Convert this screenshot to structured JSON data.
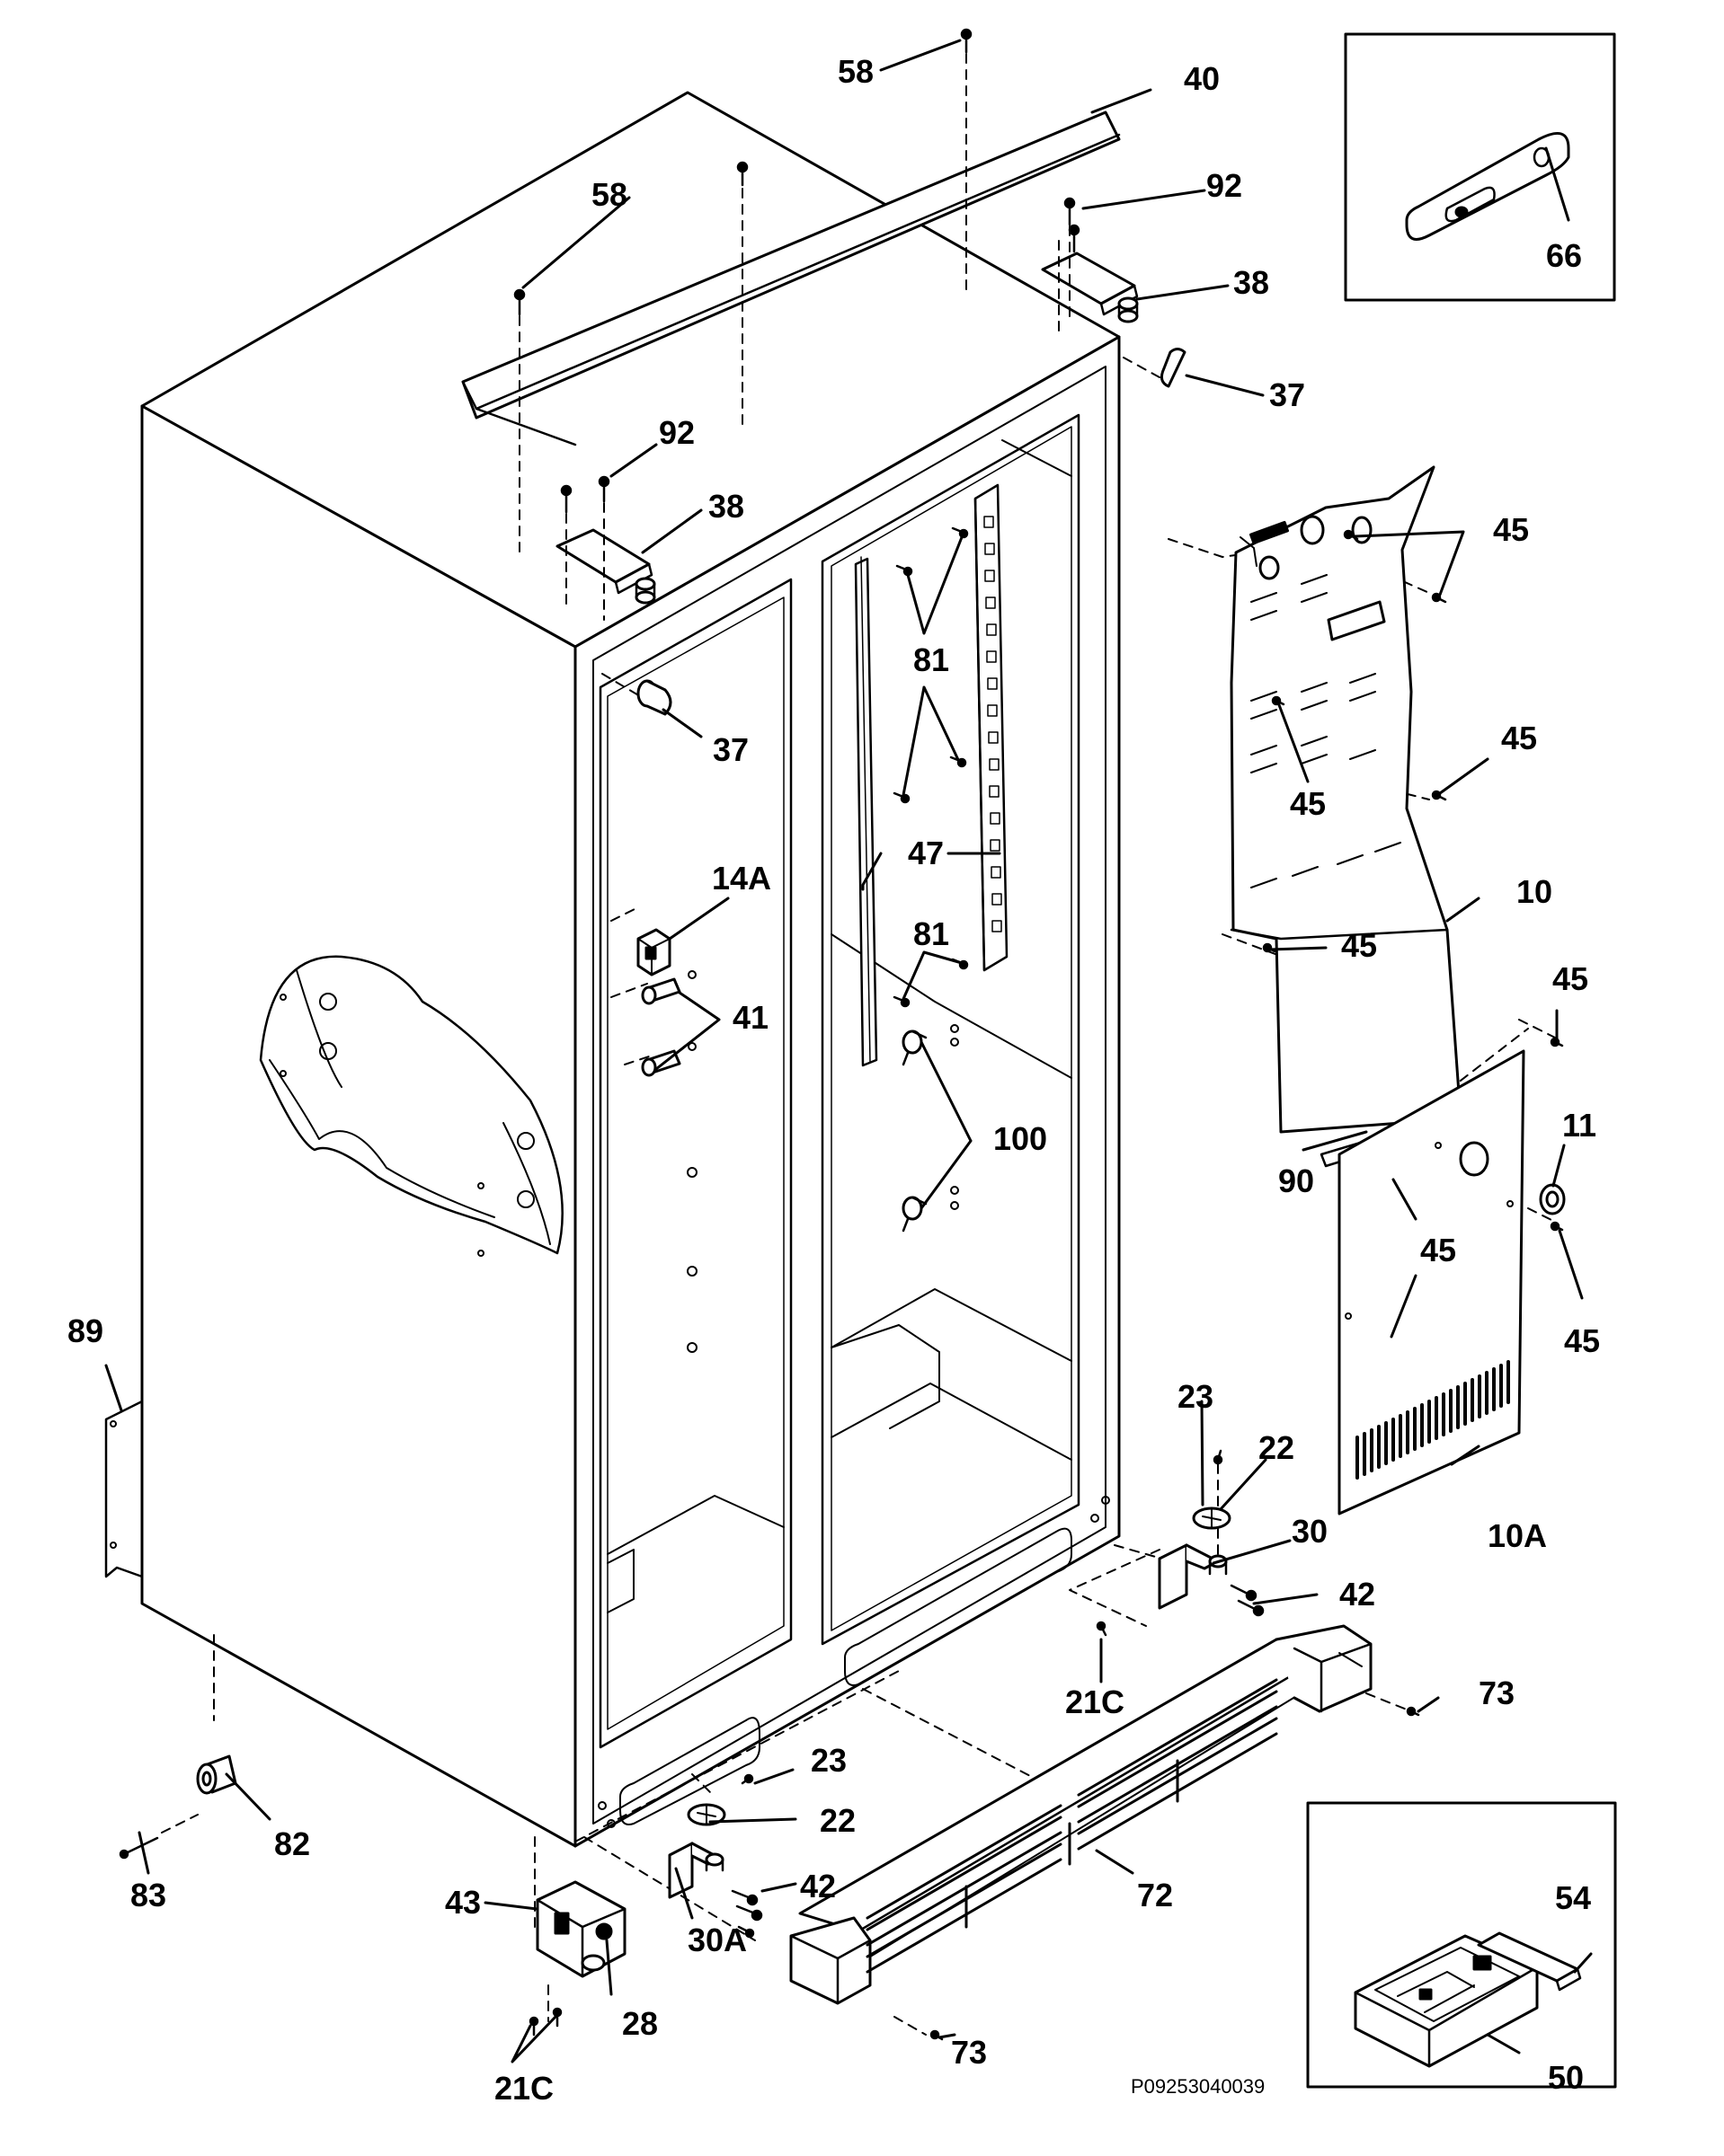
{
  "diagram": {
    "drawing_id": "P09253040039",
    "callouts": [
      {
        "id": "c58a",
        "text": "58"
      },
      {
        "id": "c40",
        "text": "40"
      },
      {
        "id": "c58b",
        "text": "58"
      },
      {
        "id": "c92a",
        "text": "92"
      },
      {
        "id": "c38a",
        "text": "38"
      },
      {
        "id": "c37a",
        "text": "37"
      },
      {
        "id": "c92b",
        "text": "92"
      },
      {
        "id": "c38b",
        "text": "38"
      },
      {
        "id": "c37b",
        "text": "37"
      },
      {
        "id": "c81a",
        "text": "81"
      },
      {
        "id": "c47",
        "text": "47"
      },
      {
        "id": "c81b",
        "text": "81"
      },
      {
        "id": "c14a",
        "text": "14A"
      },
      {
        "id": "c41",
        "text": "41"
      },
      {
        "id": "c100",
        "text": "100"
      },
      {
        "id": "c66",
        "text": "66"
      },
      {
        "id": "c45a",
        "text": "45"
      },
      {
        "id": "c45b",
        "text": "45"
      },
      {
        "id": "c45c",
        "text": "45"
      },
      {
        "id": "c45d",
        "text": "45"
      },
      {
        "id": "c10",
        "text": "10"
      },
      {
        "id": "c45e",
        "text": "45"
      },
      {
        "id": "c11",
        "text": "11"
      },
      {
        "id": "c90",
        "text": "90"
      },
      {
        "id": "c45f",
        "text": "45"
      },
      {
        "id": "c45g",
        "text": "45"
      },
      {
        "id": "c10a",
        "text": "10A"
      },
      {
        "id": "c89",
        "text": "89"
      },
      {
        "id": "c23a",
        "text": "23"
      },
      {
        "id": "c22a",
        "text": "22"
      },
      {
        "id": "c30",
        "text": "30"
      },
      {
        "id": "c42a",
        "text": "42"
      },
      {
        "id": "c21ca",
        "text": "21C"
      },
      {
        "id": "c73a",
        "text": "73"
      },
      {
        "id": "c23b",
        "text": "23"
      },
      {
        "id": "c22b",
        "text": "22"
      },
      {
        "id": "c82",
        "text": "82"
      },
      {
        "id": "c83",
        "text": "83"
      },
      {
        "id": "c42b",
        "text": "42"
      },
      {
        "id": "c72",
        "text": "72"
      },
      {
        "id": "c43",
        "text": "43"
      },
      {
        "id": "c30a",
        "text": "30A"
      },
      {
        "id": "c28",
        "text": "28"
      },
      {
        "id": "c73b",
        "text": "73"
      },
      {
        "id": "c21cb",
        "text": "21C"
      },
      {
        "id": "c54",
        "text": "54"
      },
      {
        "id": "c50",
        "text": "50"
      }
    ]
  }
}
